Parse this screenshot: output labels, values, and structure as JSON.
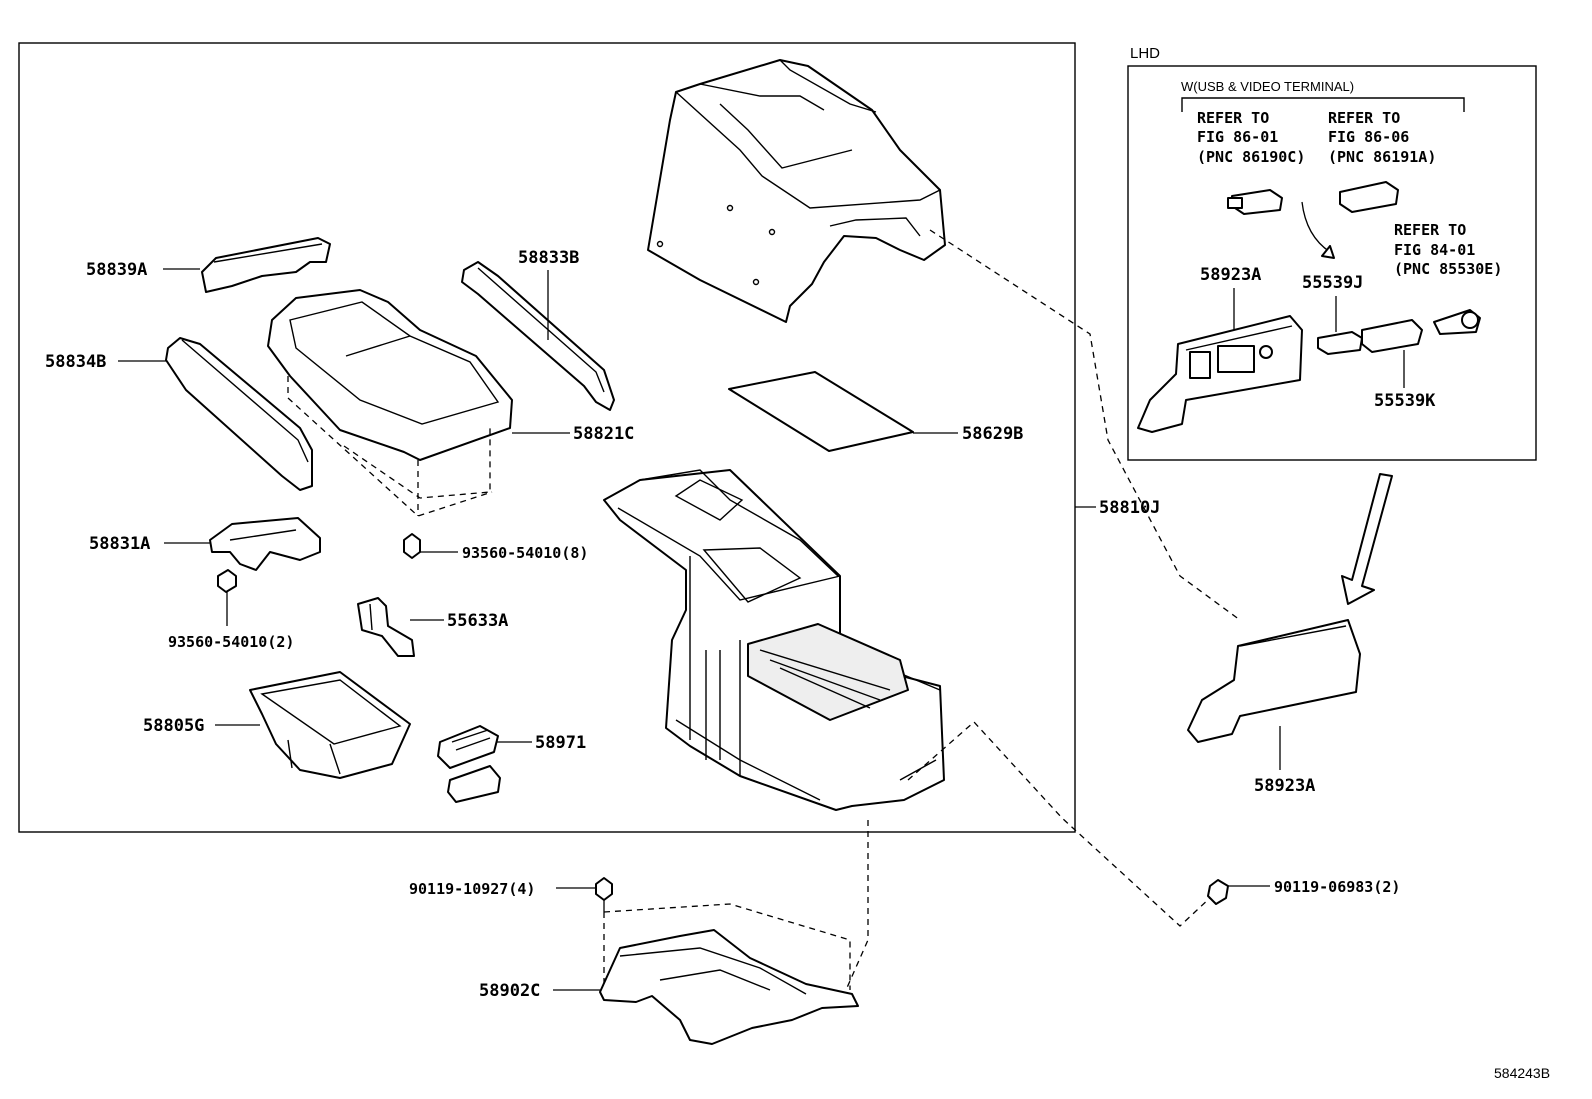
{
  "section": {
    "lhd_label": "LHD",
    "usb_note": "W(USB & VIDEO TERMINAL)"
  },
  "refs": [
    {
      "l1": "REFER TO",
      "l2": "FIG 86-01",
      "l3": "(PNC 86190C)"
    },
    {
      "l1": "REFER TO",
      "l2": "FIG 86-06",
      "l3": "(PNC 86191A)"
    },
    {
      "l1": "REFER TO",
      "l2": "FIG 84-01",
      "l3": "(PNC 85530E)"
    }
  ],
  "parts": {
    "p58839A": "58839A",
    "p58834B": "58834B",
    "p58833B": "58833B",
    "p58821C": "58821C",
    "p58629B": "58629B",
    "p58810J": "58810J",
    "p58831A": "58831A",
    "p93560_8": "93560-54010(8)",
    "p93560_2": "93560-54010(2)",
    "p55633A": "55633A",
    "p58805G": "58805G",
    "p58971": "58971",
    "p90119_10927": "90119-10927(4)",
    "p90119_06983": "90119-06983(2)",
    "p58902C": "58902C",
    "p58923A_inset": "58923A",
    "p58923A_main": "58923A",
    "p55539J": "55539J",
    "p55539K": "55539K"
  },
  "figure_id": "584243B"
}
